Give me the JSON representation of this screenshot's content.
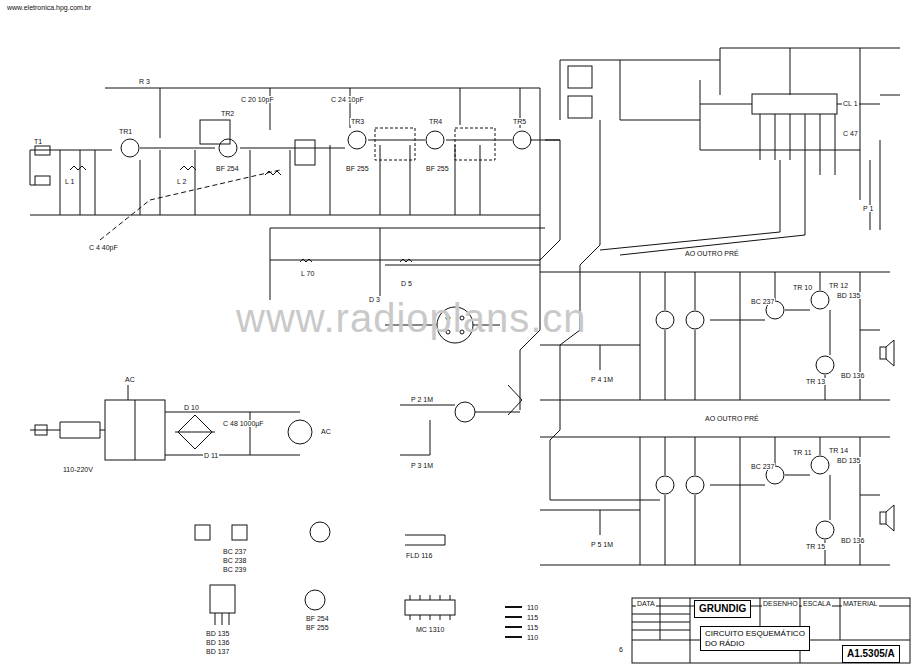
{
  "diagram": {
    "nodes": [
      {
        "text": [
          "GRUNDIG"
        ]
      },
      {
        "text": [
          "CIRCUITO ESQUEMÁTICO",
          "DO RÁDIO"
        ]
      },
      {
        "text": [
          "A1.5305/A"
        ]
      }
    ],
    "labels": [
      "www.eletronica.hpg.com.br",
      "www.radioplans.cn",
      "T1",
      "TR1",
      "TR2",
      "TR3",
      "TR4",
      "TR5",
      "BF 254",
      "BF 255",
      "BF 255",
      "R 3",
      "C 4 40pF",
      "L 1",
      "L 2",
      "C 20 10pF",
      "C 24 10pF",
      "L 70",
      "D 3",
      "D 5",
      "CL 1",
      "P 1",
      "C 47",
      "AO OUTRO PRÉ",
      "AO OUTRO PRÉ",
      "BC 237",
      "BD 135",
      "BD 136",
      "TR 10",
      "TR 12",
      "TR 13",
      "BC 237",
      "BD 135",
      "BD 136",
      "TR 11",
      "TR 14",
      "TR 15",
      "P 4 1M",
      "P 5 1M",
      "P 2 1M",
      "P 3 1M",
      "110-220V",
      "AC",
      "D 10",
      "D 11",
      "AC",
      "C 48 1000µF",
      "FLD 116",
      "BC 237",
      "BC 238",
      "BC 239",
      "BF 254",
      "BF 255",
      "BD 135",
      "BD 136",
      "BD 137",
      "MC 1310",
      "110",
      "115",
      "115",
      "110",
      "DATA",
      "DESENHO",
      "ESCALA",
      "MATERIAL",
      "6"
    ]
  }
}
